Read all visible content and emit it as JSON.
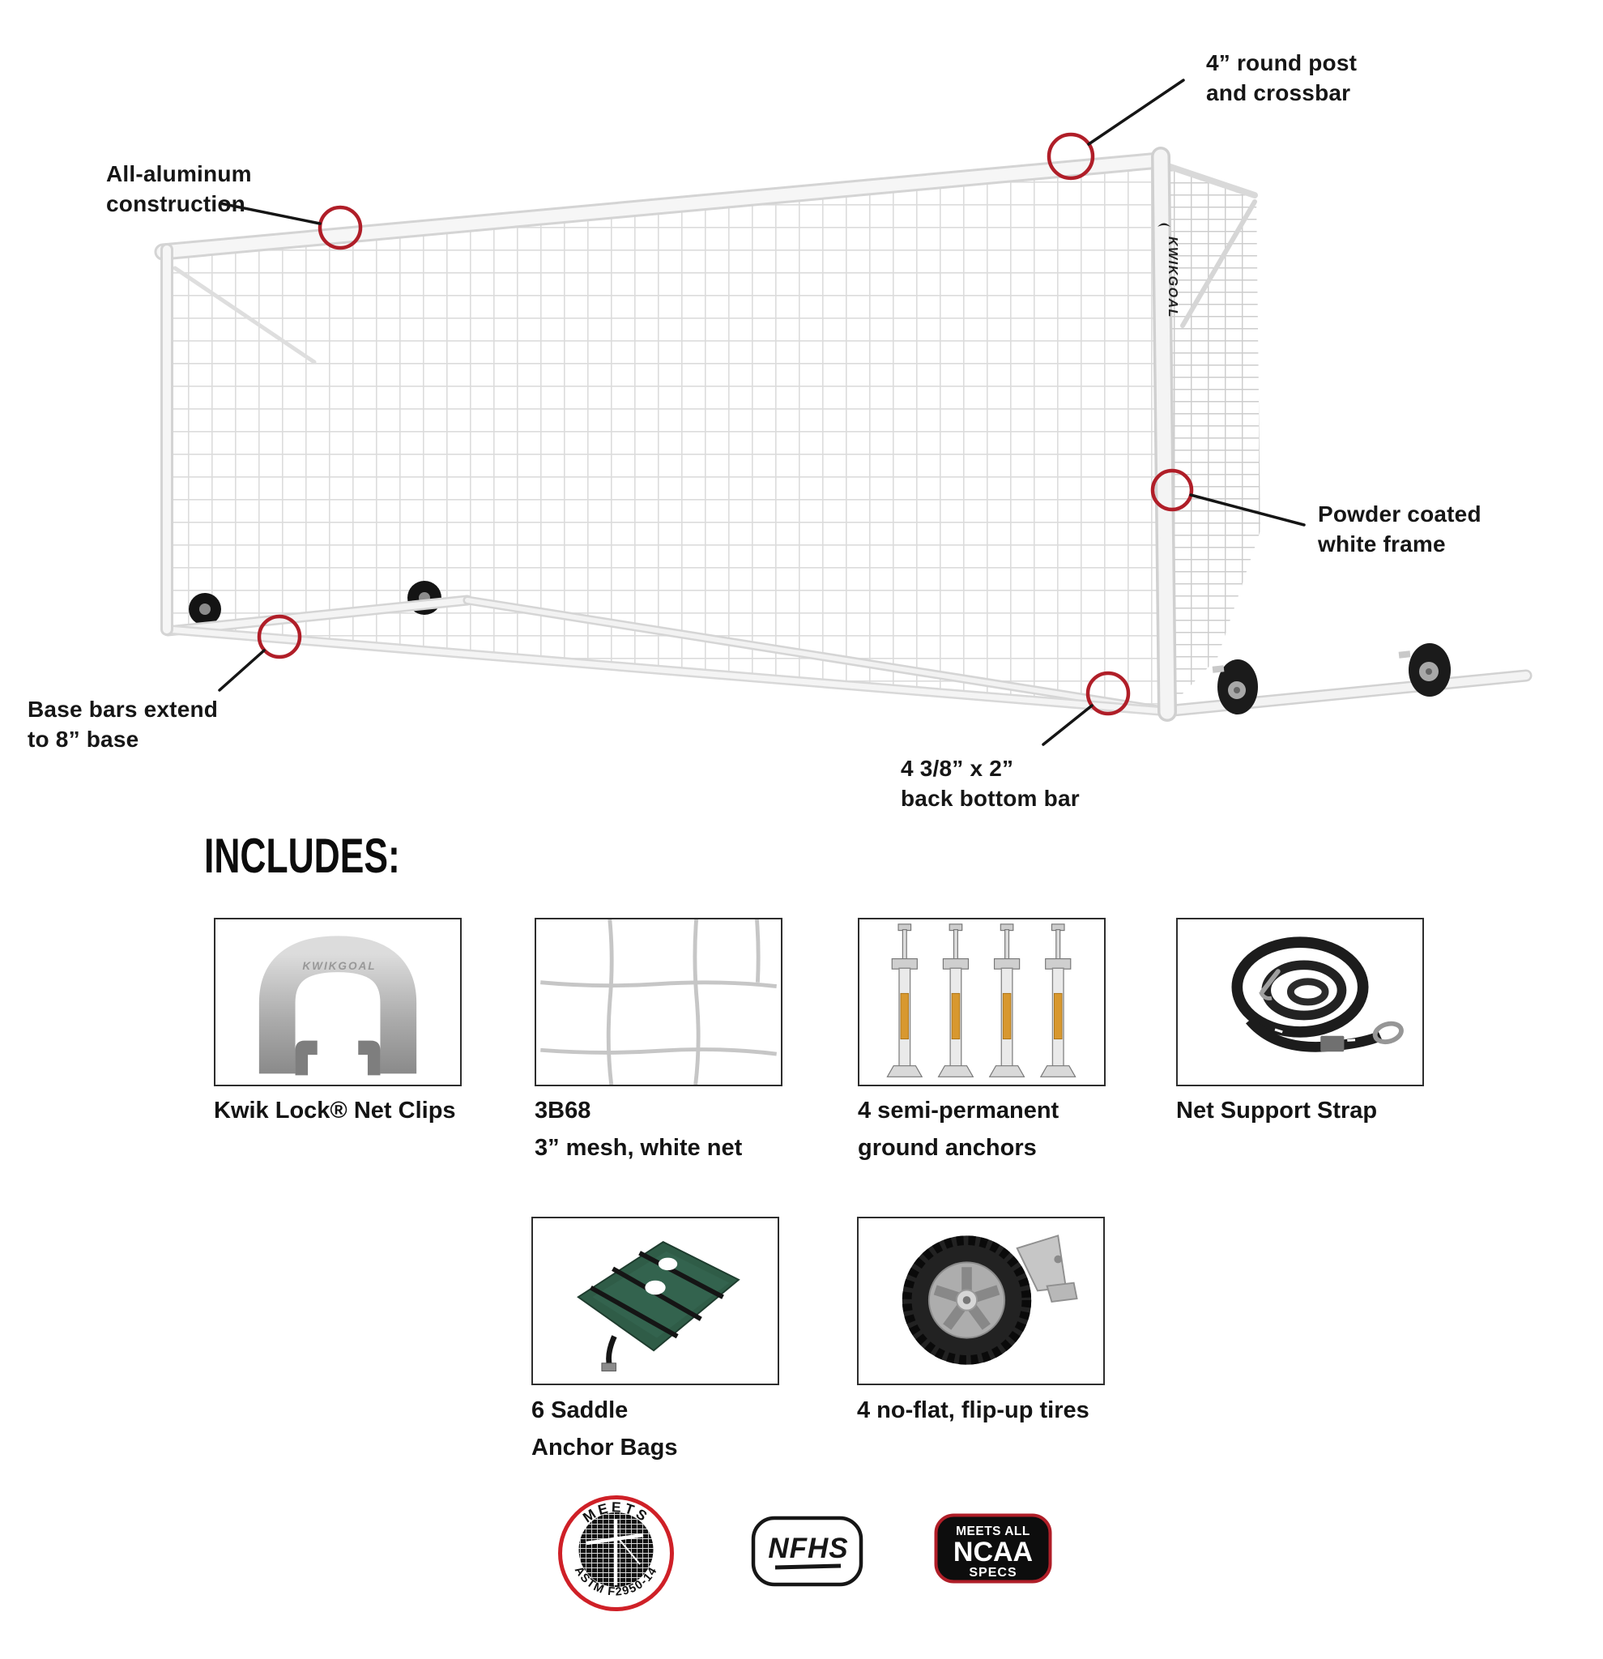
{
  "diagram": {
    "brand_text": "KWIKGOAL",
    "callout_color": "#b01e28",
    "callouts": [
      {
        "text": "4” round post\nand crossbar"
      },
      {
        "text": "All-aluminum\nconstruction"
      },
      {
        "text": "Powder coated\nwhite frame"
      },
      {
        "text": "Base bars extend\nto 8” base"
      },
      {
        "text": "4 3/8” x 2”\nback bottom bar"
      }
    ]
  },
  "includes": {
    "heading": "INCLUDES:",
    "items": [
      {
        "caption": "Kwik Lock® Net Clips",
        "icon": "net-clip-icon"
      },
      {
        "caption": "3B68\n3” mesh, white net",
        "icon": "net-mesh-icon"
      },
      {
        "caption": "4 semi-permanent\nground anchors",
        "icon": "ground-anchors-icon"
      },
      {
        "caption": "Net Support Strap",
        "icon": "net-support-strap-icon"
      },
      {
        "caption": "6 Saddle\nAnchor Bags",
        "icon": "saddle-anchor-bags-icon"
      },
      {
        "caption": "4 no-flat, flip-up tires",
        "icon": "flip-up-tire-icon"
      }
    ]
  },
  "badges": {
    "astm": {
      "top": "MEETS",
      "bottom": "ASTM F2950-14"
    },
    "nfhs": {
      "text": "NFHS"
    },
    "ncaa": {
      "line1": "MEETS ALL",
      "line2": "NCAA",
      "line3": "SPECS"
    }
  }
}
